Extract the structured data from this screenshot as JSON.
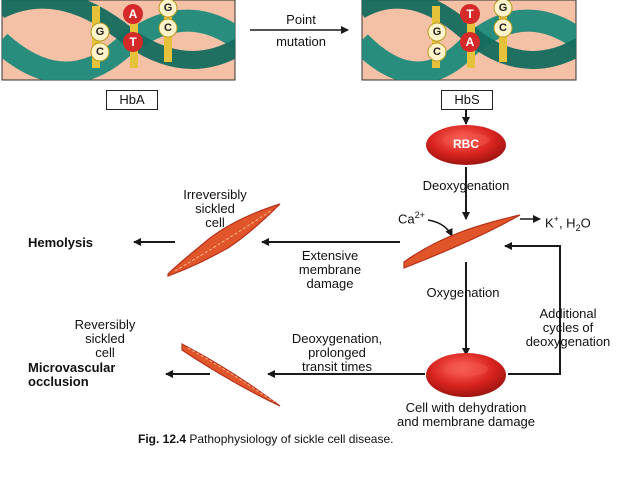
{
  "colors": {
    "dna_background": "#f4c0a6",
    "helix_teal": "#1d8a7a",
    "base_bar": "#e6c23a",
    "base_red": "#d42a2a",
    "cell_red": "#d9241f",
    "sickle_orange": "#e0552a",
    "arrow": "#1a1a1a"
  },
  "dna": {
    "hba_bases": {
      "a": "A",
      "t": "T",
      "g1": "G",
      "c1": "C",
      "g2": "G",
      "c2": "C"
    },
    "hbs_bases": {
      "a": "T",
      "t": "A",
      "g1": "G",
      "c1": "C",
      "g2": "G",
      "c2": "C"
    }
  },
  "labels": {
    "point_mutation": [
      "Point",
      "mutation"
    ],
    "hba": "HbA",
    "hbs": "HbS",
    "rbc": "RBC",
    "deoxygenation": "Deoxygenation",
    "ca": "Ca",
    "ca_sup": "2+",
    "k_h2o_k": "K",
    "k_h2o_sup": "+",
    "k_h2o_h": ", H",
    "k_h2o_sub": "2",
    "k_h2o_o": "O",
    "irreversibly_sickled": [
      "Irreversibly",
      "sickled",
      "cell"
    ],
    "hemolysis": "Hemolysis",
    "extensive_damage": [
      "Extensive",
      "membrane",
      "damage"
    ],
    "oxygenation": "Oxygenation",
    "additional_cycles": [
      "Additional",
      "cycles of",
      "deoxygenation"
    ],
    "reversibly_sickled": [
      "Reversibly",
      "sickled",
      "cell"
    ],
    "microvascular": [
      "Microvascular",
      "occlusion"
    ],
    "deoxy_prolonged": [
      "Deoxygenation,",
      "prolonged",
      "transit times"
    ],
    "dehydration": [
      "Cell with dehydration",
      "and membrane damage"
    ],
    "fig_prefix": "Fig. 12.4",
    "fig_caption": "Pathophysiology of sickle cell disease."
  }
}
